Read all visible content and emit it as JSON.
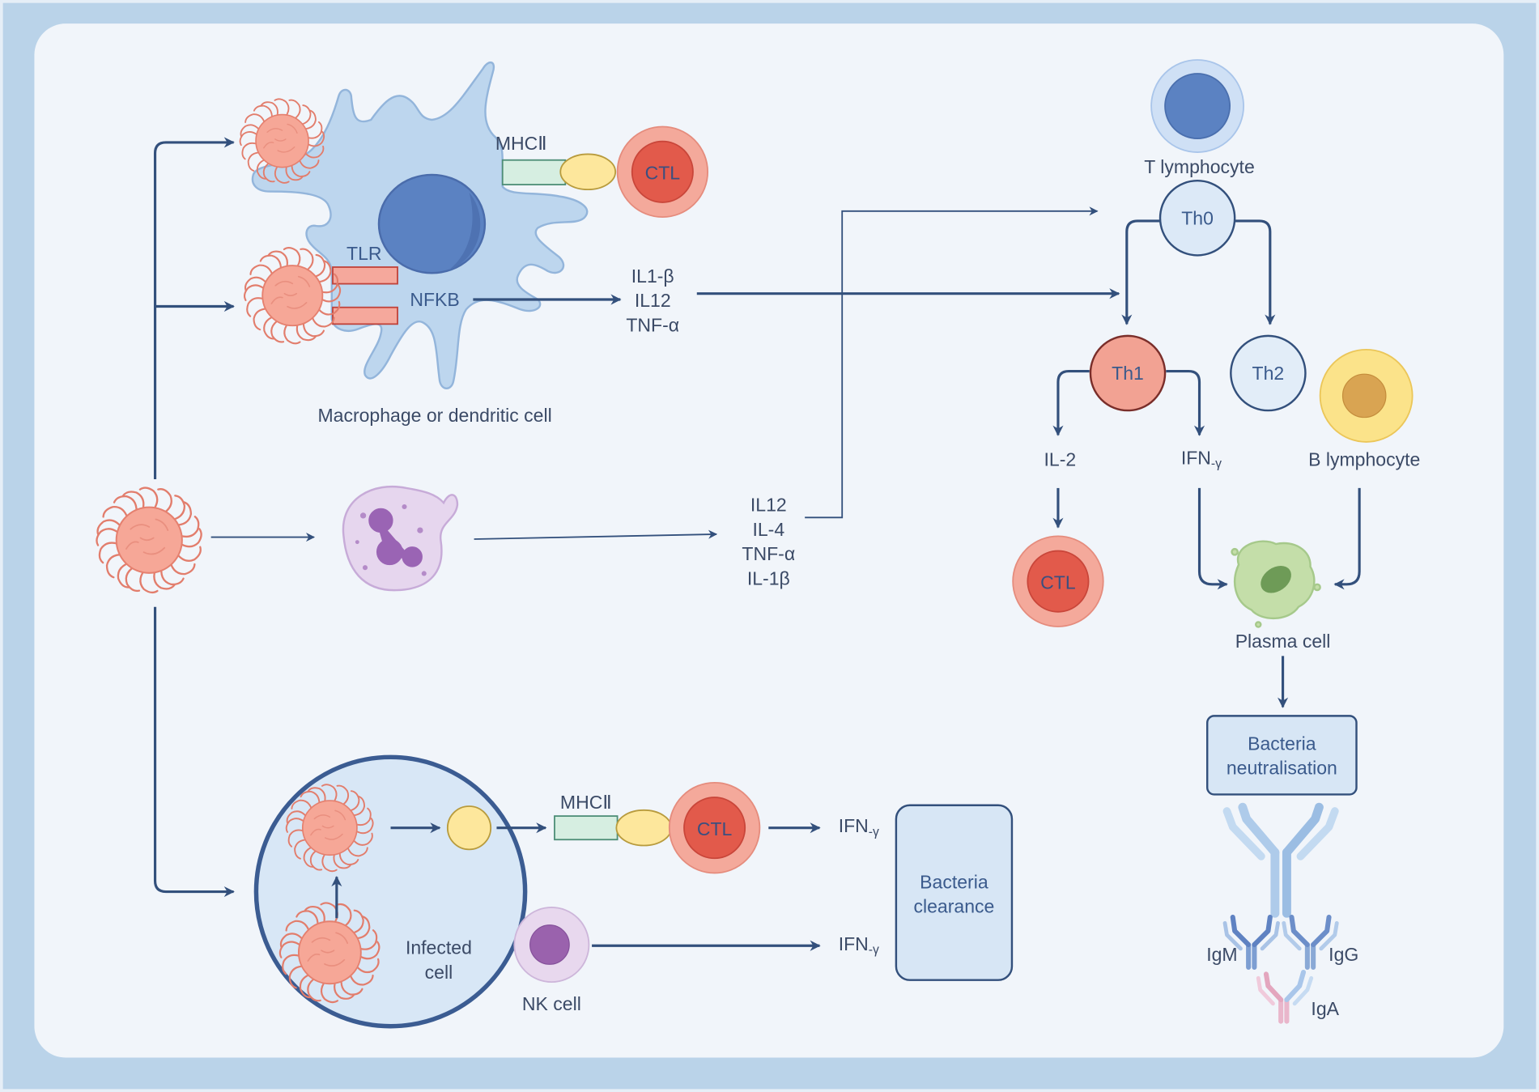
{
  "colors": {
    "frame": "#bad3e9",
    "panel": "#f1f5fa",
    "arrow": "#33507c",
    "text": "#3b4a66",
    "bacterium": "#f6a797",
    "ctl_cell": "#e25a4b",
    "t_cell": "#5b82c2",
    "th1": "#f2a293",
    "b_cell": "#fbe38a",
    "plasma_cell": "#c4dea9",
    "nk_cell": "#9a62ad"
  },
  "macrophage": {
    "label": "Macrophage or dendritic cell",
    "receptor": "TLR",
    "pathway": "NFKB",
    "mhc": "MHCⅡ",
    "ctl": "CTL",
    "cytokines": [
      "IL1-β",
      "IL12",
      "TNF-α"
    ]
  },
  "neutrophil": {
    "cytokines": [
      "IL12",
      "IL-4",
      "TNF-α",
      "IL-1β"
    ]
  },
  "t_cells": {
    "t_lymphocyte": "T lymphocyte",
    "th0": "Th0",
    "th1": "Th1",
    "th2": "Th2",
    "il2": "IL-2",
    "ifn": {
      "main": "IFN",
      "sub": "-γ"
    },
    "ctl": "CTL"
  },
  "b_cells": {
    "b_lymphocyte": "B lymphocyte",
    "plasma_cell": "Plasma cell",
    "neutralisation": [
      "Bacteria",
      "neutralisation"
    ],
    "antibodies": {
      "igm": "IgM",
      "igg": "IgG",
      "iga": "IgA"
    }
  },
  "infected": {
    "label": [
      "Infected",
      "cell"
    ],
    "mhc": "MHCⅡ",
    "ctl": "CTL",
    "ctl_ifn": {
      "main": "IFN",
      "sub": "-γ"
    },
    "nk_cell": "NK cell",
    "nk_ifn": {
      "main": "IFN",
      "sub": "-γ"
    },
    "clearance": [
      "Bacteria",
      "clearance"
    ]
  }
}
